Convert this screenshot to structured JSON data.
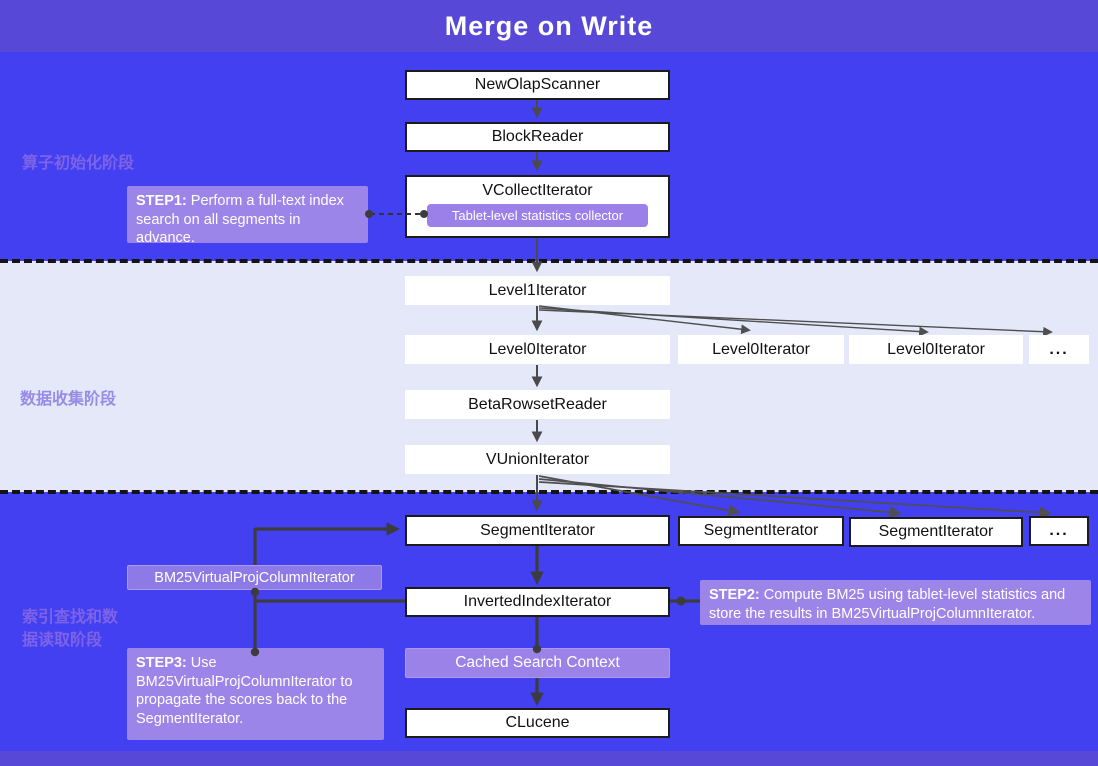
{
  "title": "Merge on Write",
  "colors": {
    "header_bar": "#5848D8",
    "blue_band": "#4240F0",
    "light_band": "#E4E8F8",
    "step_purple": "#9C85E8",
    "node_white": "#FFFFFF",
    "connector_dark": "#3C3C3C"
  },
  "phases": {
    "phase1": "算子初始化阶段",
    "phase2": "数据收集阶段",
    "phase3": "索引查找和数据读取阶段"
  },
  "nodes": {
    "new_olap_scanner": "NewOlapScanner",
    "block_reader": "BlockReader",
    "vcollect_iterator": "VCollectIterator",
    "tablet_collector": "Tablet-level statistics collector",
    "level1_iterator": "Level1Iterator",
    "level0_iterator_1": "Level0Iterator",
    "level0_iterator_2": "Level0Iterator",
    "level0_iterator_3": "Level0Iterator",
    "level0_ellipsis": "...",
    "beta_rowset_reader": "BetaRowsetReader",
    "vunion_iterator": "VUnionIterator",
    "segment_iterator_1": "SegmentIterator",
    "segment_iterator_2": "SegmentIterator",
    "segment_iterator_3": "SegmentIterator",
    "segment_ellipsis": "...",
    "bm25_iterator": "BM25VirtualProjColumnIterator",
    "inverted_index_iterator": "InvertedIndexIterator",
    "cached_search_context": "Cached Search Context",
    "clucene": "CLucene"
  },
  "steps": {
    "step1": {
      "label": "STEP1:",
      "text": "Perform a full-text index search on all segments in advance."
    },
    "step2": {
      "label": "STEP2:",
      "text": "Compute BM25 using tablet-level statistics and store the results in BM25VirtualProjColumnIterator."
    },
    "step3": {
      "label": "STEP3:",
      "text": "Use BM25VirtualProjColumnIterator to propagate the scores back to the SegmentIterator."
    }
  }
}
